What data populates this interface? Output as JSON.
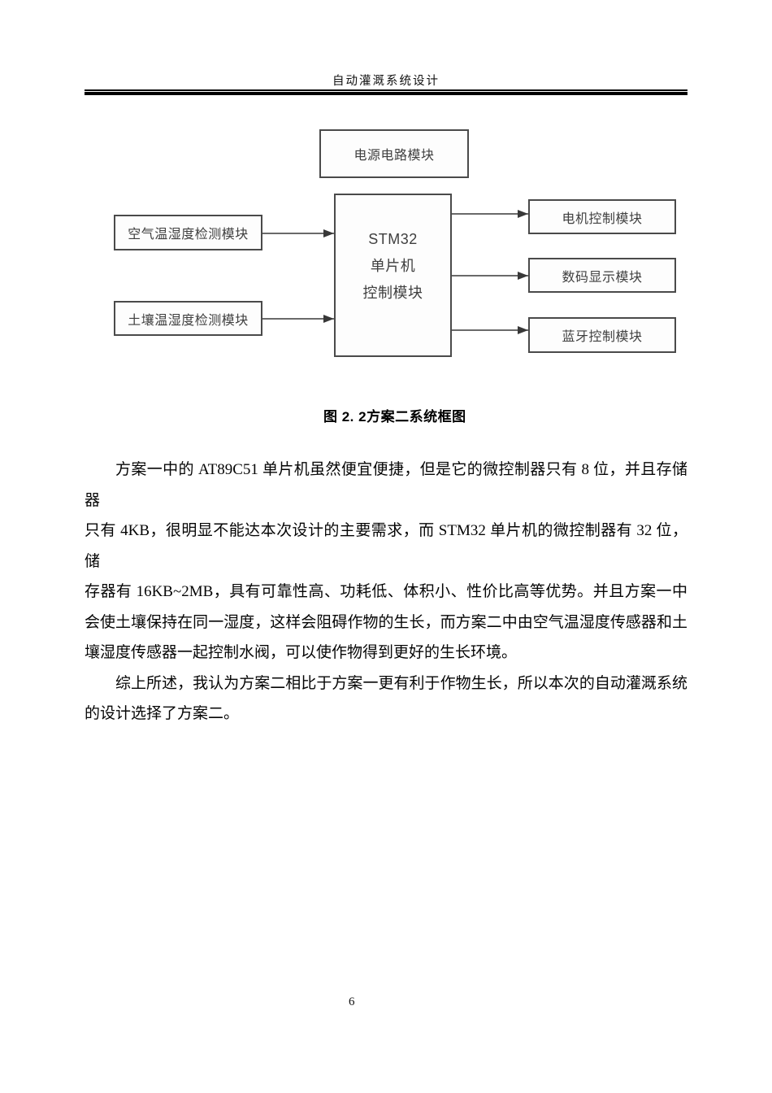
{
  "page": {
    "header_title": "自动灌溉系统设计",
    "page_number": "6"
  },
  "diagram": {
    "type": "block-diagram",
    "caption": "图 2. 2方案二系统框图",
    "boxes": {
      "power": "电源电路模块",
      "stm32_line1": "STM32",
      "stm32_line2": "单片机",
      "stm32_line3": "控制模块",
      "air": "空气温湿度检测模块",
      "soil": "土壤温湿度检测模块",
      "motor": "电机控制模块",
      "display": "数码显示模块",
      "bluetooth": "蓝牙控制模块"
    },
    "connections": [
      "空气温湿度检测模块 → STM32单片机控制模块",
      "土壤温湿度检测模块 → STM32单片机控制模块",
      "STM32单片机控制模块 → 电机控制模块",
      "STM32单片机控制模块 → 数码显示模块",
      "STM32单片机控制模块 → 蓝牙控制模块"
    ],
    "colors": {
      "box_border": "#4a4a4a",
      "box_text": "#3f3f3f",
      "arrow": "#383838"
    }
  },
  "body": {
    "paragraph1_lines": [
      "方案一中的 AT89C51 单片机虽然便宜便捷，但是它的微控制器只有 8 位，并且存储器",
      "只有 4KB，很明显不能达本次设计的主要需求，而 STM32 单片机的微控制器有 32 位，储",
      "存器有 16KB~2MB，具有可靠性高、功耗低、体积小、性价比高等优势。并且方案一中",
      "会使土壤保持在同一湿度，这样会阻碍作物的生长，而方案二中由空气温湿度传感器和土",
      "壤湿度传感器一起控制水阀，可以使作物得到更好的生长环境。"
    ],
    "paragraph2_lines": [
      "综上所述，我认为方案二相比于方案一更有利于作物生长，所以本次的自动灌溉系统",
      "的设计选择了方案二。"
    ]
  }
}
